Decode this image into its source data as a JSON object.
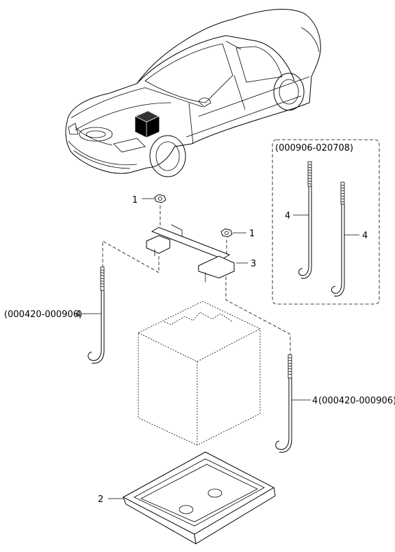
{
  "diagram": {
    "labels": {
      "nut_left": "1",
      "nut_right": "1",
      "clamp": "3",
      "tray": "2",
      "rod_left_num": "4",
      "rod_left_range": "(000420-000906)",
      "rod_right_num": "4",
      "rod_right_range": "(000420-000906)",
      "inset_range": "(000906-020708)",
      "inset_rod_a": "4",
      "inset_rod_b": "4"
    }
  }
}
